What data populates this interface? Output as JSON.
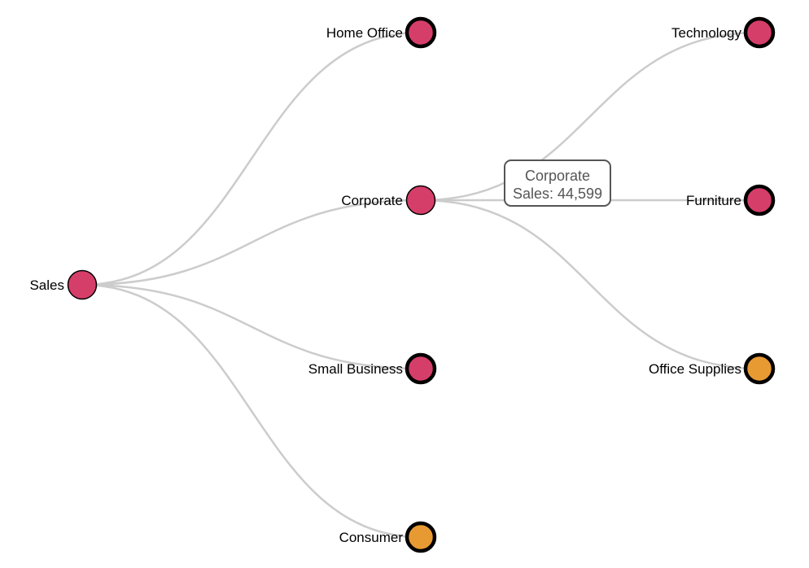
{
  "colors": {
    "link": "#cccccc",
    "node_pink": "#d63e6a",
    "node_orange": "#e89a32",
    "node_stroke": "#000000",
    "tooltip_border": "#555555",
    "tooltip_text": "#555555"
  },
  "tree": {
    "root": {
      "label": "Sales",
      "color": "pink",
      "children": [
        {
          "label": "Home Office",
          "color": "pink",
          "collapsed": true
        },
        {
          "label": "Corporate",
          "color": "pink",
          "collapsed": false,
          "children": [
            {
              "label": "Technology",
              "color": "pink",
              "collapsed": true
            },
            {
              "label": "Furniture",
              "color": "pink",
              "collapsed": true
            },
            {
              "label": "Office Supplies",
              "color": "orange",
              "collapsed": true
            }
          ]
        },
        {
          "label": "Small Business",
          "color": "pink",
          "collapsed": true
        },
        {
          "label": "Consumer",
          "color": "orange",
          "collapsed": true
        }
      ]
    }
  },
  "tooltip": {
    "title": "Corporate",
    "value_text": "Sales: 44,599"
  }
}
